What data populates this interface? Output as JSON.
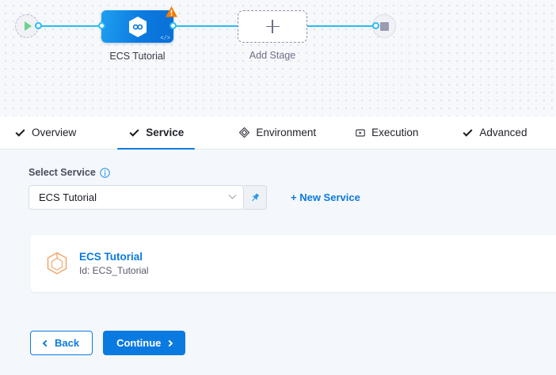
{
  "pipeline": {
    "start_node": {
      "name": "start",
      "icon": "play-icon"
    },
    "end_node": {
      "name": "end",
      "icon": "stop-icon"
    },
    "stage": {
      "label": "ECS Tutorial",
      "icon": "harness-hexagon-icon",
      "badge": "warning-triangle-icon",
      "corner_icon": "code-brackets-icon",
      "color": "#0b7ae0"
    },
    "add_stage": {
      "label": "Add Stage",
      "icon": "plus-icon"
    },
    "edge_color": "#27bdf4"
  },
  "tabs": [
    {
      "label": "Overview",
      "icon": "check-icon",
      "active": false
    },
    {
      "label": "Service",
      "icon": "check-icon",
      "active": true
    },
    {
      "label": "Environment",
      "icon": "diamond-icon",
      "active": false
    },
    {
      "label": "Execution",
      "icon": "play-box-icon",
      "active": false
    },
    {
      "label": "Advanced",
      "icon": "check-icon",
      "active": false
    }
  ],
  "form": {
    "select_service_label": "Select Service",
    "info_icon": "info-icon",
    "service_value": "ECS Tutorial",
    "dropdown_icon": "chevron-down-icon",
    "pin_icon": "pin-icon",
    "new_service_label": "+ New Service"
  },
  "service_card": {
    "icon": "service-cube-icon",
    "icon_color": "#f2a35e",
    "title": "ECS Tutorial",
    "id_text": "Id: ECS_Tutorial"
  },
  "footer": {
    "back_label": "Back",
    "continue_label": "Continue"
  },
  "colors": {
    "accent": "#0b7ae0",
    "edge": "#27bdf4",
    "warning": "#f57C00",
    "content_bg": "#f4f7fb"
  }
}
